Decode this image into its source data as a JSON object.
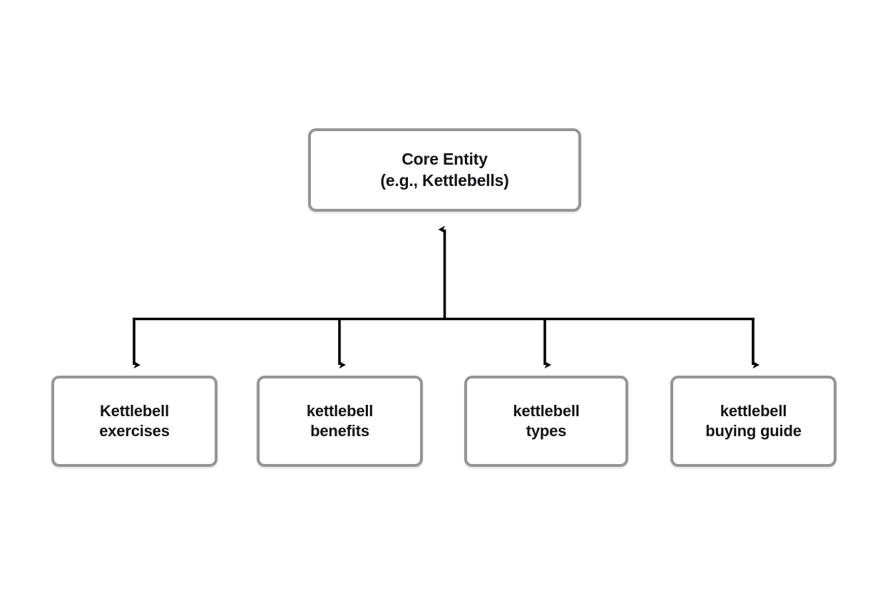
{
  "diagram": {
    "type": "topic-cluster-hub-and-spoke",
    "background_color": "#ffffff",
    "node_border_color": "#959595",
    "node_fill_color": "#ffffff",
    "connector_color": "#000000",
    "text_color": "#111316",
    "root": {
      "id": "core-entity",
      "label": "Core Entity\n(e.g., Kettlebells)",
      "line1": "Core Entity",
      "line2": "(e.g., Kettlebells)"
    },
    "children": [
      {
        "id": "kettlebell-exercises",
        "label": "Kettlebell\nexercises",
        "line1": "Kettlebell",
        "line2": "exercises"
      },
      {
        "id": "kettlebell-benefits",
        "label": "kettlebell\nbenefits",
        "line1": "kettlebell",
        "line2": "benefits"
      },
      {
        "id": "kettlebell-types",
        "label": "kettlebell\ntypes",
        "line1": "kettlebell",
        "line2": "types"
      },
      {
        "id": "kettlebell-buying-guide",
        "label": "kettlebell\nbuying guide",
        "line1": "kettlebell",
        "line2": "buying guide"
      }
    ],
    "connectors": {
      "trunk_direction": "up",
      "branch_direction": "down",
      "branch_count": 4
    }
  }
}
